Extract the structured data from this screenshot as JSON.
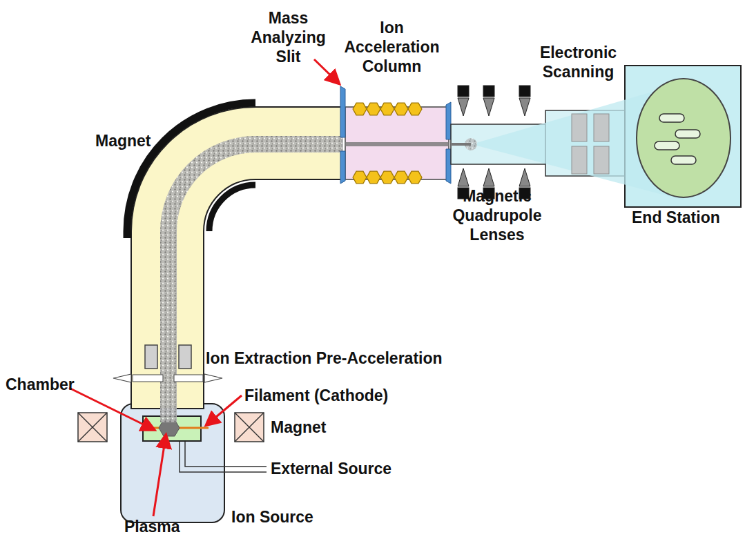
{
  "diagram": {
    "nodes": [
      {
        "text": [
          "Ion Source"
        ]
      },
      {
        "text": [
          "End Station"
        ]
      }
    ],
    "labels": [
      "Mass Analyzing Slit",
      "Ion Acceleration Column",
      "Electronic Scanning",
      "Magnet",
      "Magnetic Quadrupole Lenses",
      "Ion Extraction Pre-Acceleration",
      "Chamber",
      "Filament (Cathode)",
      "Magnet",
      "External Source",
      "Plasma"
    ]
  }
}
